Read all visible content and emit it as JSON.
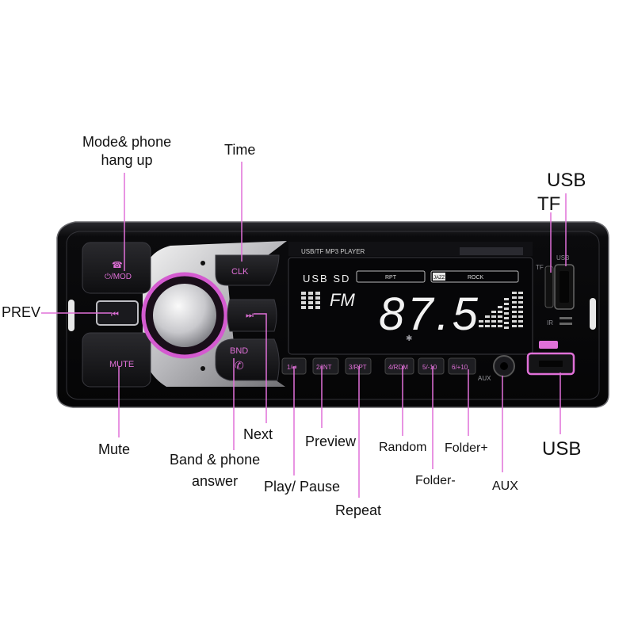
{
  "callouts": {
    "mode": [
      "Mode& phone",
      "hang up"
    ],
    "time": "Time",
    "usb_top": "USB",
    "tf": "TF",
    "prev": "PREV",
    "mute": "Mute",
    "band": [
      "Band & phone",
      "answer"
    ],
    "next": "Next",
    "play": "Play/ Pause",
    "preview": "Preview",
    "repeat": "Repeat",
    "random": "Random",
    "folder_minus": "Folder-",
    "folder_plus": "Folder+",
    "aux": "AUX",
    "usb_bottom": "USB"
  },
  "device": {
    "header": "USB/TF  MP3  PLAYER",
    "mode_button": "⏻/MOD",
    "clk_button": "CLK",
    "bnd_button": "BND",
    "mute_button": "MUTE",
    "prev_glyph": "⏮",
    "next_glyph": "⏭",
    "lcd": {
      "source": "USB SD",
      "rpt": "RPT",
      "jazz": "JAZZ",
      "rock": "ROCK",
      "band": "FM",
      "frequency": "87.5",
      "bluetooth_glyph": "✱"
    },
    "presets": [
      "1/⏯",
      "2/INT",
      "3/RPT",
      "4/RDM",
      "5/-10",
      "6/+10"
    ],
    "aux_label": "AUX",
    "tf_slot_label": "TF",
    "usb_slot_label": "USB",
    "ir_label": "IR"
  },
  "colors": {
    "accent": "#e070d8",
    "ring": "#d45ad0",
    "body": "#0d0d0f",
    "lcd_text": "#f2f2f2"
  }
}
